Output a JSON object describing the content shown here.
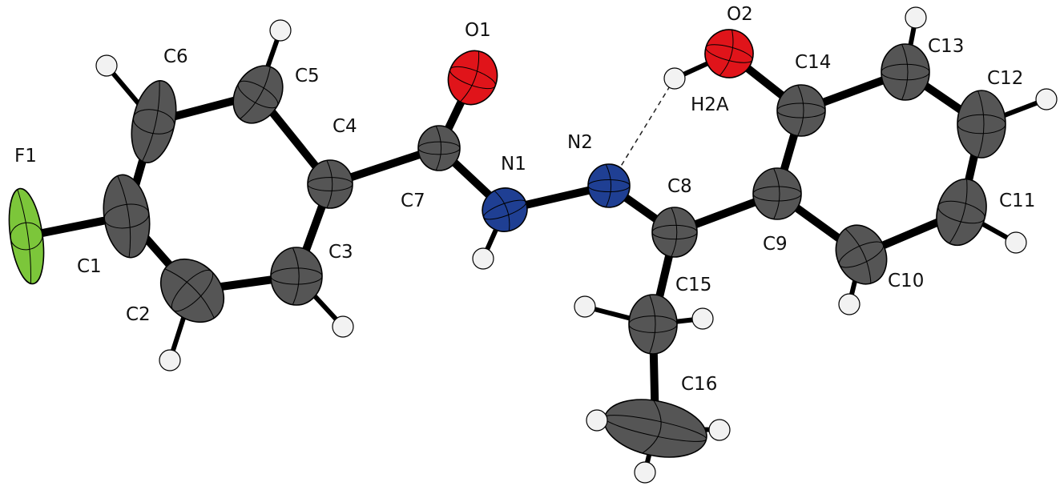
{
  "colors": {
    "carbon": "#555555",
    "hydrogen": "#f2f2f2",
    "nitrogen": "#1f3f93",
    "oxygen": "#e0141a",
    "fluorine": "#7cc63a",
    "bond": "#000000"
  },
  "atoms": [
    {
      "id": "F1",
      "element": "fluorine",
      "label": "F1"
    },
    {
      "id": "C1",
      "element": "carbon",
      "label": "C1"
    },
    {
      "id": "C2",
      "element": "carbon",
      "label": "C2"
    },
    {
      "id": "C3",
      "element": "carbon",
      "label": "C3"
    },
    {
      "id": "C4",
      "element": "carbon",
      "label": "C4"
    },
    {
      "id": "C5",
      "element": "carbon",
      "label": "C5"
    },
    {
      "id": "C6",
      "element": "carbon",
      "label": "C6"
    },
    {
      "id": "C7",
      "element": "carbon",
      "label": "C7"
    },
    {
      "id": "O1",
      "element": "oxygen",
      "label": "O1"
    },
    {
      "id": "N1",
      "element": "nitrogen",
      "label": "N1"
    },
    {
      "id": "N2",
      "element": "nitrogen",
      "label": "N2"
    },
    {
      "id": "C8",
      "element": "carbon",
      "label": "C8"
    },
    {
      "id": "C9",
      "element": "carbon",
      "label": "C9"
    },
    {
      "id": "C10",
      "element": "carbon",
      "label": "C10"
    },
    {
      "id": "C11",
      "element": "carbon",
      "label": "C11"
    },
    {
      "id": "C12",
      "element": "carbon",
      "label": "C12"
    },
    {
      "id": "C13",
      "element": "carbon",
      "label": "C13"
    },
    {
      "id": "C14",
      "element": "carbon",
      "label": "C14"
    },
    {
      "id": "O2",
      "element": "oxygen",
      "label": "O2"
    },
    {
      "id": "C15",
      "element": "carbon",
      "label": "C15"
    },
    {
      "id": "C16",
      "element": "carbon",
      "label": "C16"
    },
    {
      "id": "H2A",
      "element": "hydrogen",
      "label": "H2A"
    },
    {
      "id": "H2",
      "element": "hydrogen",
      "label": ""
    },
    {
      "id": "H3",
      "element": "hydrogen",
      "label": ""
    },
    {
      "id": "H5",
      "element": "hydrogen",
      "label": ""
    },
    {
      "id": "H6",
      "element": "hydrogen",
      "label": ""
    },
    {
      "id": "H1N",
      "element": "hydrogen",
      "label": ""
    },
    {
      "id": "H10",
      "element": "hydrogen",
      "label": ""
    },
    {
      "id": "H11",
      "element": "hydrogen",
      "label": ""
    },
    {
      "id": "H12",
      "element": "hydrogen",
      "label": ""
    },
    {
      "id": "H13",
      "element": "hydrogen",
      "label": ""
    },
    {
      "id": "H15A",
      "element": "hydrogen",
      "label": ""
    },
    {
      "id": "H15B",
      "element": "hydrogen",
      "label": ""
    },
    {
      "id": "H16A",
      "element": "hydrogen",
      "label": ""
    },
    {
      "id": "H16B",
      "element": "hydrogen",
      "label": ""
    },
    {
      "id": "H16C",
      "element": "hydrogen",
      "label": ""
    }
  ],
  "bonds": [
    [
      "F1",
      "C1"
    ],
    [
      "C1",
      "C2"
    ],
    [
      "C2",
      "C3"
    ],
    [
      "C3",
      "C4"
    ],
    [
      "C4",
      "C5"
    ],
    [
      "C5",
      "C6"
    ],
    [
      "C6",
      "C1"
    ],
    [
      "C4",
      "C7"
    ],
    [
      "C7",
      "O1"
    ],
    [
      "C7",
      "N1"
    ],
    [
      "N1",
      "N2"
    ],
    [
      "N2",
      "C8"
    ],
    [
      "C8",
      "C9"
    ],
    [
      "C8",
      "C15"
    ],
    [
      "C15",
      "C16"
    ],
    [
      "C9",
      "C10"
    ],
    [
      "C10",
      "C11"
    ],
    [
      "C11",
      "C12"
    ],
    [
      "C12",
      "C13"
    ],
    [
      "C13",
      "C14"
    ],
    [
      "C14",
      "C9"
    ],
    [
      "C14",
      "O2"
    ],
    [
      "O2",
      "H2A"
    ],
    [
      "C2",
      "H2"
    ],
    [
      "C3",
      "H3"
    ],
    [
      "C5",
      "H5"
    ],
    [
      "C6",
      "H6"
    ],
    [
      "N1",
      "H1N"
    ],
    [
      "C10",
      "H10"
    ],
    [
      "C11",
      "H11"
    ],
    [
      "C12",
      "H12"
    ],
    [
      "C13",
      "H13"
    ],
    [
      "C15",
      "H15A"
    ],
    [
      "C15",
      "H15B"
    ],
    [
      "C16",
      "H16A"
    ],
    [
      "C16",
      "H16B"
    ],
    [
      "C16",
      "H16C"
    ]
  ],
  "hbonds": [
    [
      "H2A",
      "N2"
    ]
  ]
}
